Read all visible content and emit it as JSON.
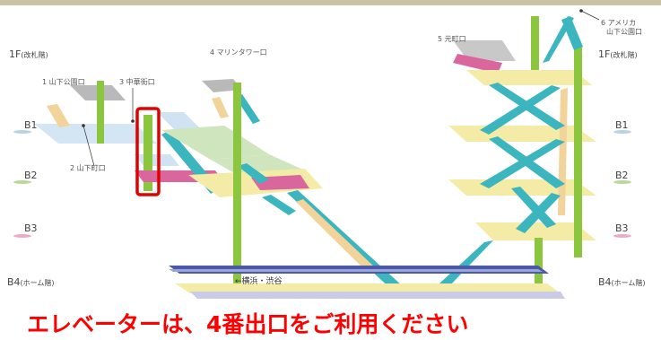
{
  "levels_left": [
    {
      "label": "1F",
      "sub": "(改札階)"
    },
    {
      "label": "B1",
      "sub": ""
    },
    {
      "label": "B2",
      "sub": ""
    },
    {
      "label": "B3",
      "sub": ""
    },
    {
      "label": "B4",
      "sub": "(ホーム階)"
    }
  ],
  "levels_right": [
    {
      "label": "1F",
      "sub": "(改札階)"
    },
    {
      "label": "B1",
      "sub": ""
    },
    {
      "label": "B2",
      "sub": ""
    },
    {
      "label": "B3",
      "sub": ""
    },
    {
      "label": "B4",
      "sub": "(ホーム階)"
    }
  ],
  "exits": {
    "exit1": "1 山下公園口",
    "exit2": "2 山下町口",
    "exit3": "3 中華街口",
    "exit4": "4 マリンタワー口",
    "exit5": "5 元町口",
    "exit6_line1": "6 アメリカ",
    "exit6_line2": "山下公園口"
  },
  "direction_label": "←横浜・渋谷",
  "notice": "エレベーターは、4番出口をご利用ください",
  "colors": {
    "top_border": "#c9c2a6",
    "elevator": "#8cc63f",
    "escalator": "#3bb5be",
    "floor": "#f3eba6",
    "highlight": "#e00000",
    "notice": "#ff0000",
    "train": "#4a5aa8",
    "pink": "#d9679e"
  }
}
